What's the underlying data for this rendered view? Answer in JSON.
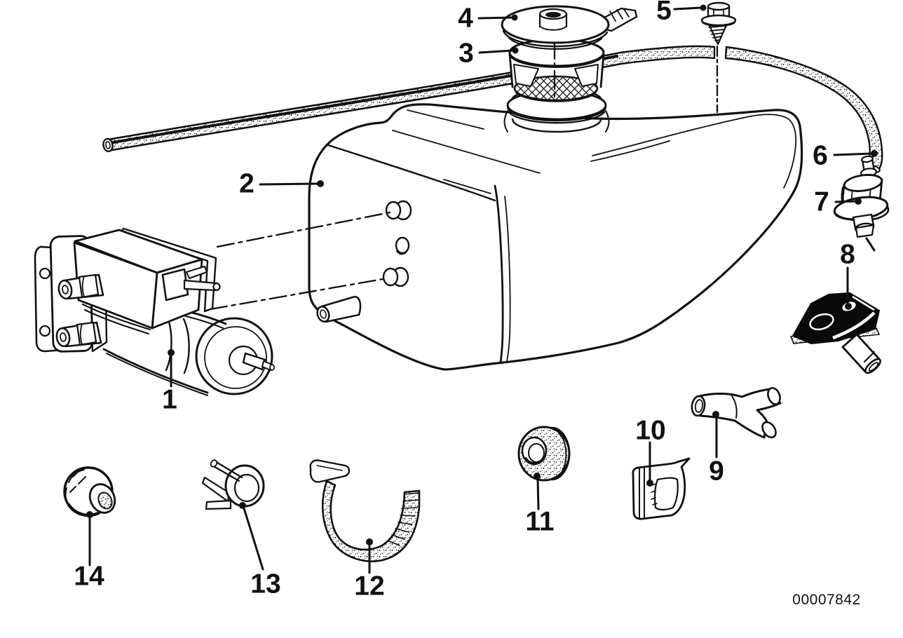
{
  "diagram": {
    "background_color": "#ffffff",
    "ink_color": "#111111",
    "drawing_number": "00007842",
    "callouts": [
      {
        "number": "1"
      },
      {
        "number": "2"
      },
      {
        "number": "3"
      },
      {
        "number": "4"
      },
      {
        "number": "5"
      },
      {
        "number": "6"
      },
      {
        "number": "7"
      },
      {
        "number": "8"
      },
      {
        "number": "9"
      },
      {
        "number": "10"
      },
      {
        "number": "11"
      },
      {
        "number": "12"
      },
      {
        "number": "13"
      },
      {
        "number": "14"
      }
    ]
  }
}
